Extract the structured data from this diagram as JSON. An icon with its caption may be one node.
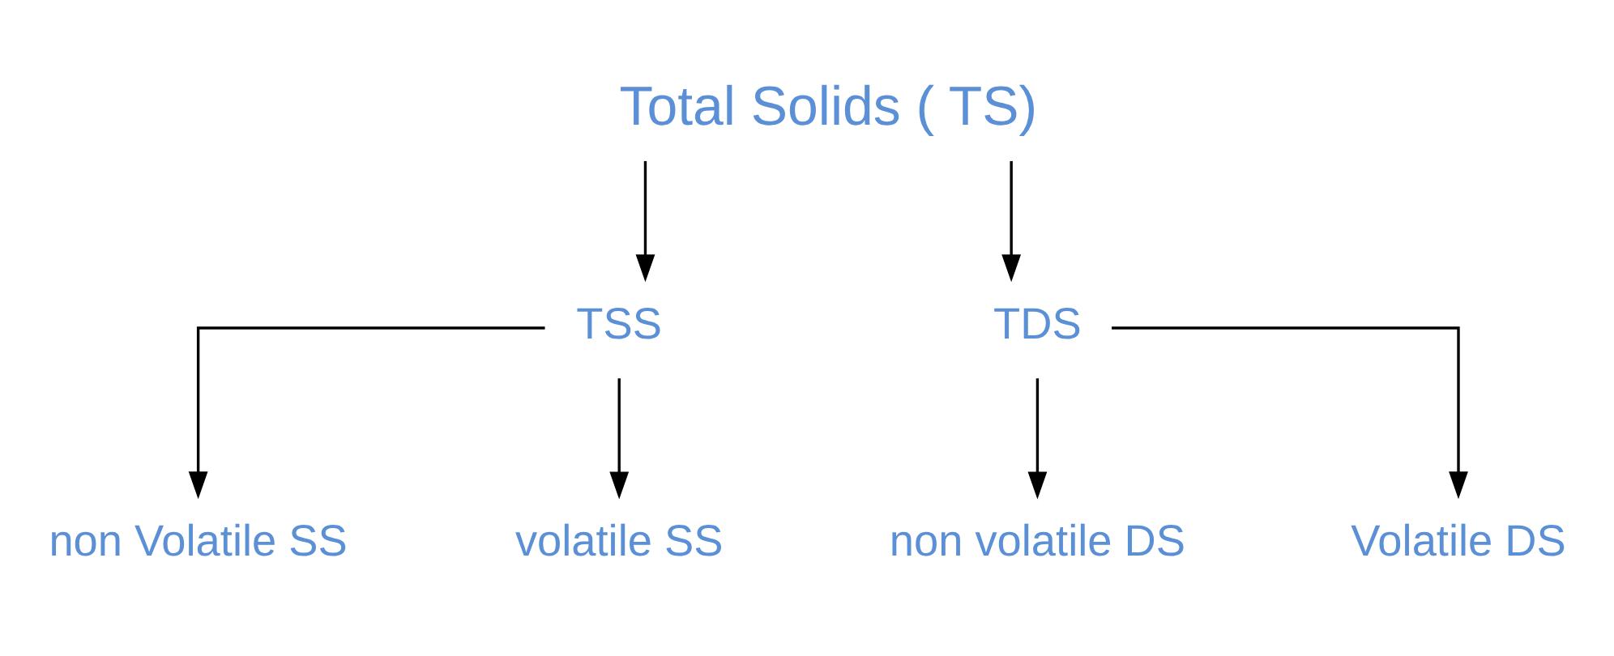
{
  "diagram": {
    "nodes": [
      {
        "text": [
          "Total Solids ( TS)"
        ]
      },
      {
        "text": [
          "TSS"
        ]
      },
      {
        "text": [
          "TDS"
        ]
      },
      {
        "text": [
          "non Volatile SS"
        ]
      },
      {
        "text": [
          "volatile SS"
        ]
      },
      {
        "text": [
          "non volatile DS"
        ]
      },
      {
        "text": [
          "Volatile DS"
        ]
      }
    ],
    "edges": [
      {
        "from": 0,
        "to": 1,
        "arrow": "to"
      },
      {
        "from": 0,
        "to": 2,
        "arrow": "to"
      },
      {
        "from": 1,
        "to": 3,
        "arrow": "to"
      },
      {
        "from": 1,
        "to": 4,
        "arrow": "to"
      },
      {
        "from": 2,
        "to": 5,
        "arrow": "to"
      },
      {
        "from": 2,
        "to": 6,
        "arrow": "to"
      }
    ]
  }
}
